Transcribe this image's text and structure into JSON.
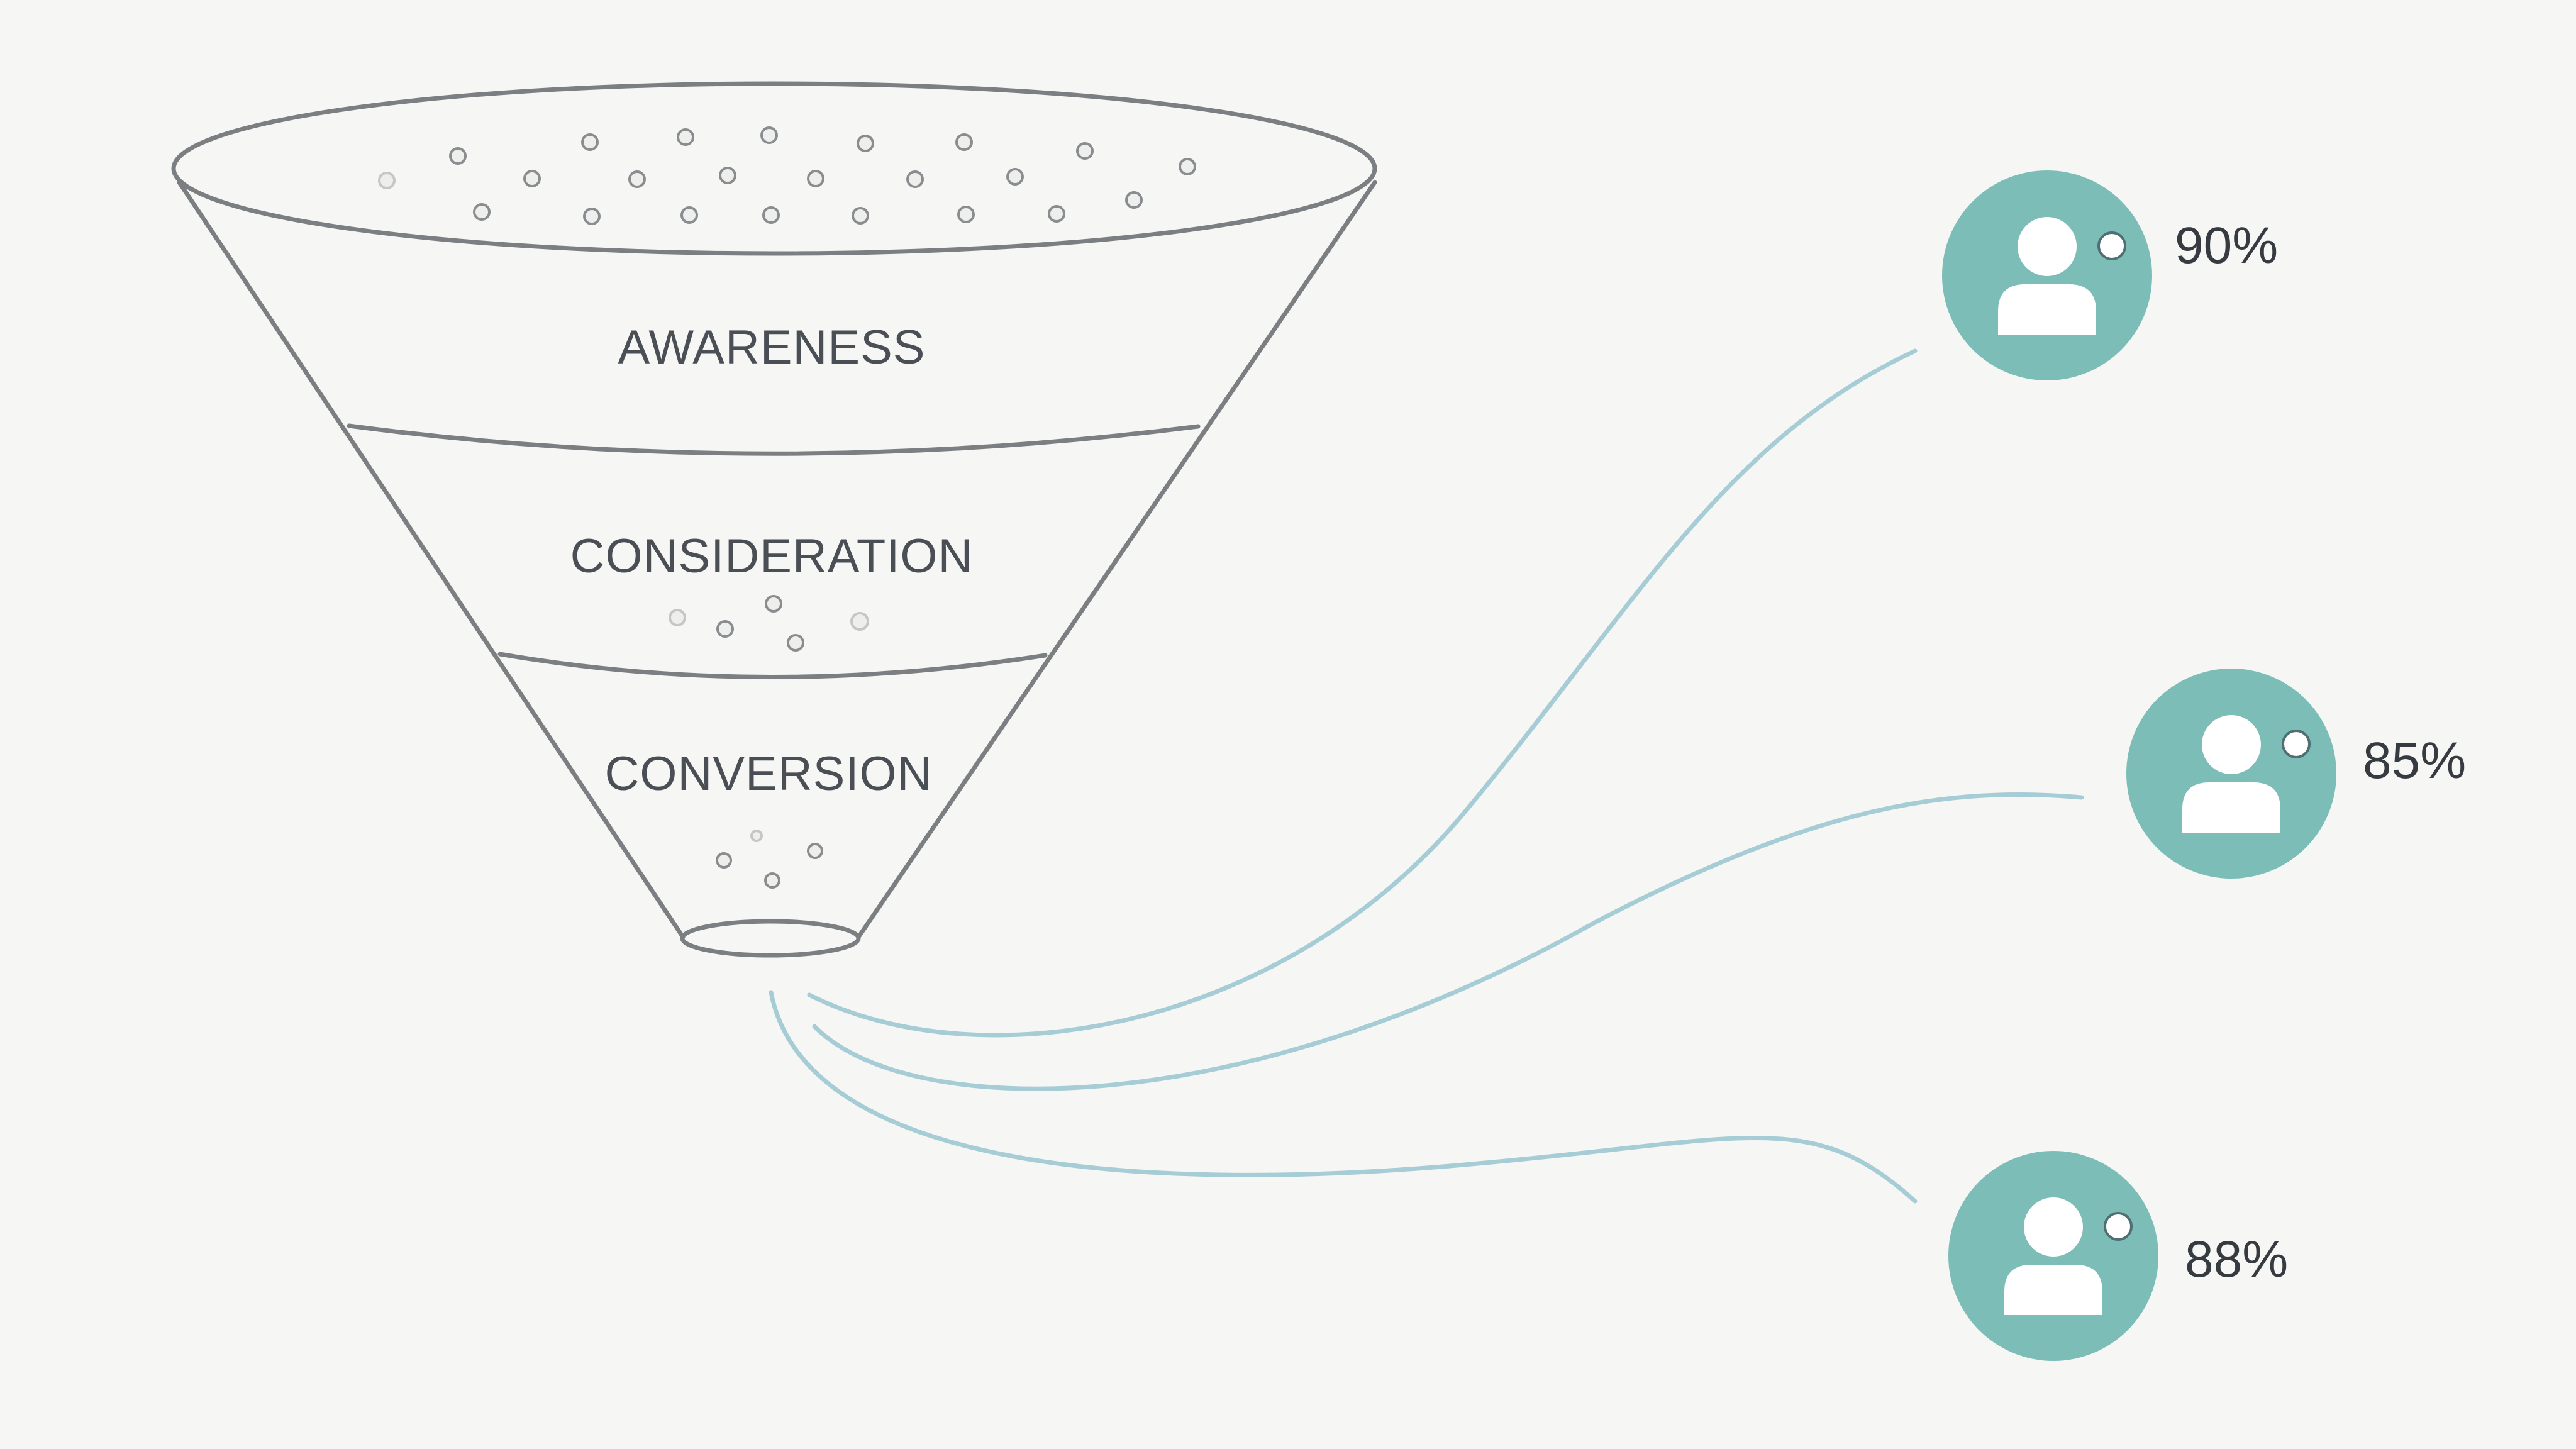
{
  "stages": [
    {
      "label": "AWARENESS"
    },
    {
      "label": "CONSIDERATION"
    },
    {
      "label": "CONVERSION"
    }
  ],
  "outcomes": [
    {
      "value": "90%",
      "icon": "user-icon"
    },
    {
      "value": "85%",
      "icon": "user-icon"
    },
    {
      "value": "88%",
      "icon": "user-icon"
    }
  ],
  "colors": {
    "background": "#f6f6f4",
    "funnel_stroke": "#7c7f82",
    "flow_line": "#a6ccd6",
    "avatar": "#7dbdb8",
    "text": "#363b41"
  }
}
